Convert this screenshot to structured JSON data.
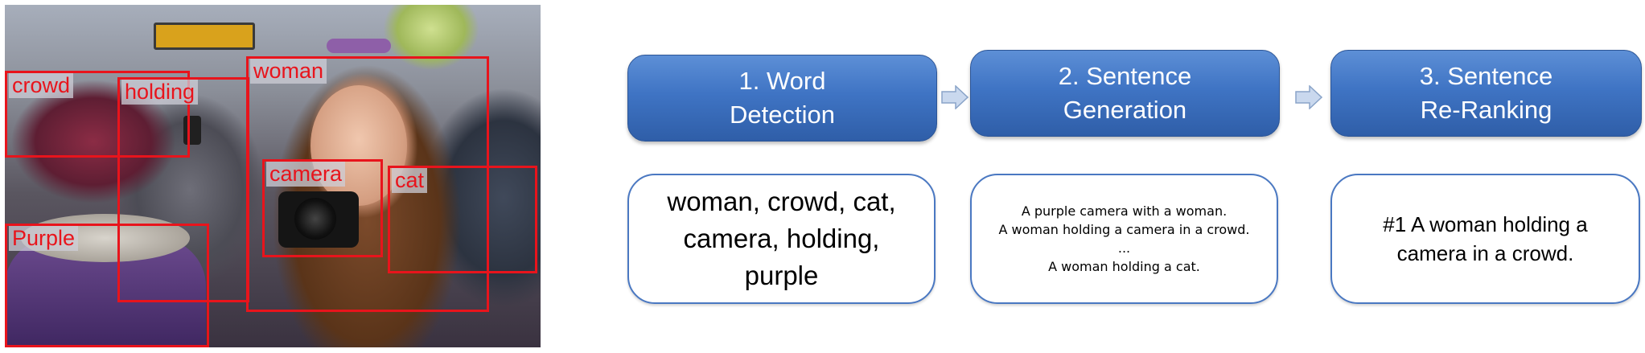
{
  "image": {
    "regions": [
      {
        "label": "crowd"
      },
      {
        "label": "holding"
      },
      {
        "label": "woman"
      },
      {
        "label": "camera"
      },
      {
        "label": "cat"
      },
      {
        "label": "Purple"
      }
    ]
  },
  "pipeline": {
    "steps": [
      {
        "line1": "1. Word",
        "line2": "Detection"
      },
      {
        "line1": "2. Sentence",
        "line2": "Generation"
      },
      {
        "line1": "3. Sentence",
        "line2": "Re-Ranking"
      }
    ],
    "outputs": {
      "words": [
        "woman, crowd, cat,",
        "camera, holding,",
        "purple"
      ],
      "sentences": [
        "A purple camera with a woman.",
        "A woman holding a camera in a crowd.",
        "...",
        "A woman holding a cat."
      ],
      "ranked": [
        "#1  A woman holding a",
        "camera in a crowd."
      ]
    }
  },
  "colors": {
    "bbox": "#e8141c",
    "step_fill": "#3f74c4",
    "output_border": "#4a78c2",
    "arrow": "#c9d8ee"
  }
}
